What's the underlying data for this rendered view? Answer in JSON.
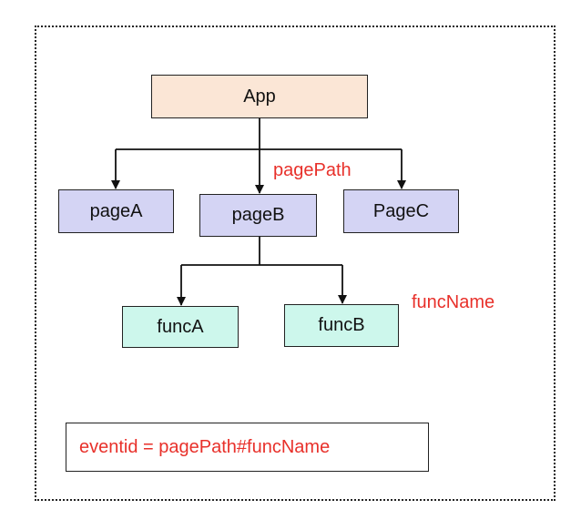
{
  "colors": {
    "label_red": "#e8302a",
    "root_fill": "#fbe6d6",
    "page_fill": "#d4d4f4",
    "func_fill": "#cdf7ec"
  },
  "nodes": {
    "app": "App",
    "page_a": "pageA",
    "page_b": "pageB",
    "page_c": "PageC",
    "func_a": "funcA",
    "func_b": "funcB"
  },
  "labels": {
    "page_path": "pagePath",
    "func_name": "funcName"
  },
  "formula": "eventid = pagePath#funcName"
}
